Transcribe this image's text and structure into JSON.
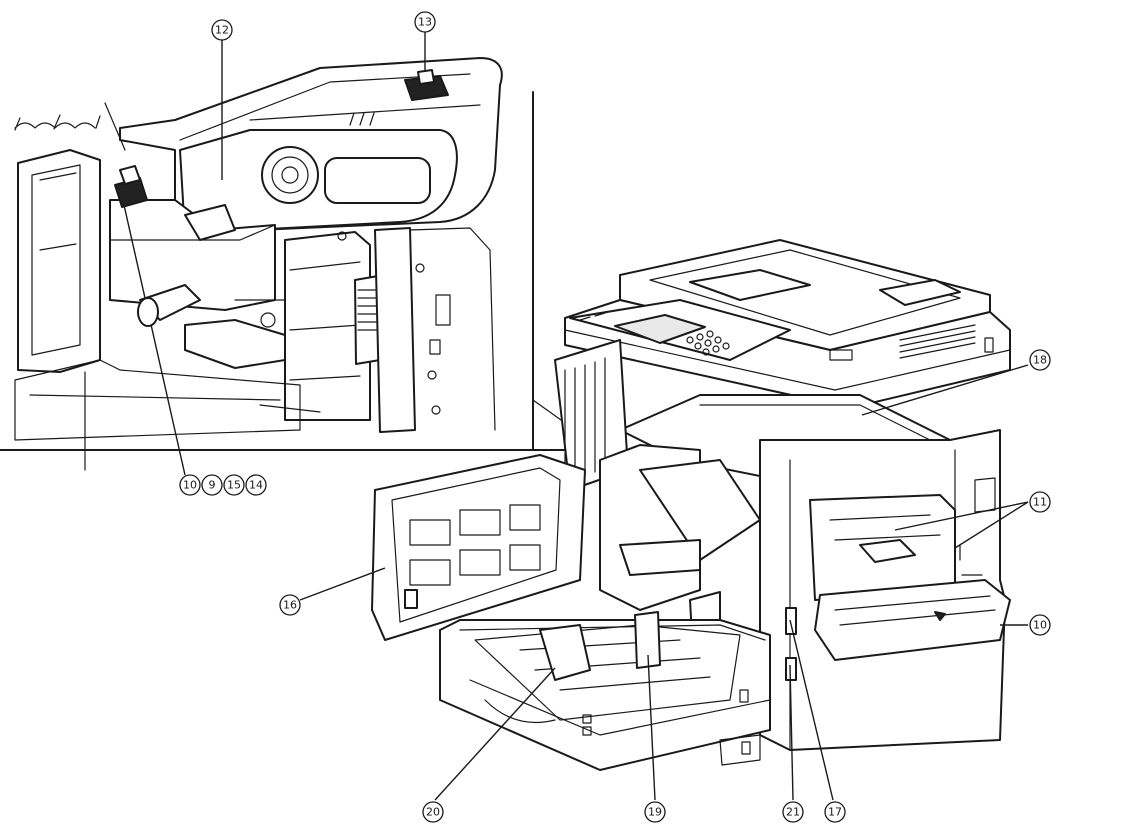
{
  "callouts": {
    "c12_top": {
      "label": "12"
    },
    "c13_top": {
      "label": "13"
    },
    "c10_inset": {
      "label": "10"
    },
    "c9_inset": {
      "label": "9"
    },
    "c15_inset": {
      "label": "15"
    },
    "c14_inset": {
      "label": "14"
    },
    "c18": {
      "label": "18"
    },
    "c11": {
      "label": "11"
    },
    "c10_right": {
      "label": "10"
    },
    "c16": {
      "label": "16"
    },
    "c20": {
      "label": "20"
    },
    "c19": {
      "label": "19"
    },
    "c21": {
      "label": "21"
    },
    "c17": {
      "label": "17"
    }
  },
  "colors": {
    "ink": "#1a1a1a",
    "paper": "#ffffff",
    "shade": "#e9e9e9"
  }
}
